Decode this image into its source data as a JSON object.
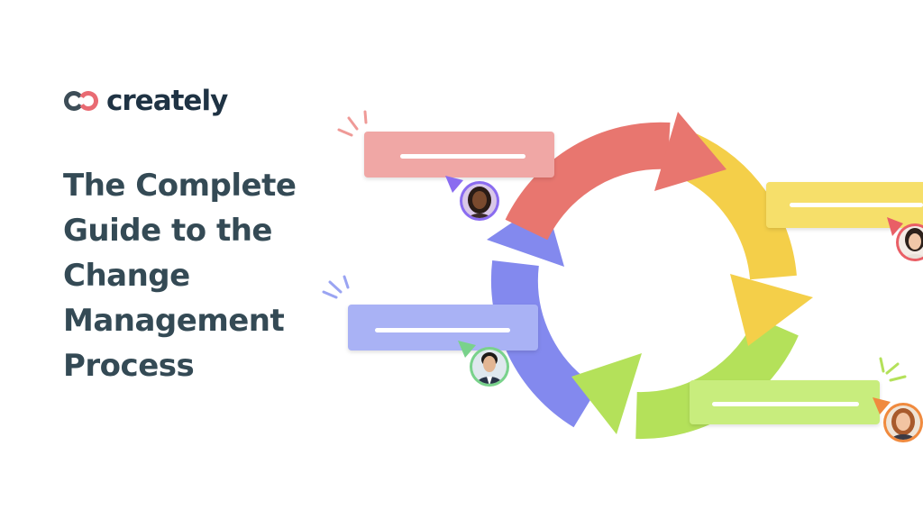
{
  "brand": {
    "name": "creately",
    "colors": {
      "ring_left": "#3d4d57",
      "ring_right": "#e96b73",
      "text": "#1f3344"
    }
  },
  "headline": {
    "lines": [
      "The Complete",
      "Guide to the",
      "Change",
      "Management",
      "Process"
    ],
    "color": "#344a55"
  },
  "cycle": {
    "arrow_colors": [
      "#e8766f",
      "#f4cf49",
      "#b4e15a",
      "#8389ee"
    ]
  },
  "cards": [
    {
      "color": "#f0a7a5"
    },
    {
      "color": "#f6df6a"
    },
    {
      "color": "#c8ed7d"
    },
    {
      "color": "#a9b2f5"
    }
  ],
  "avatars": [
    {
      "ring": "#8a6cf0",
      "pointer": "#8a6cf0"
    },
    {
      "ring": "#e95f66",
      "pointer": "#e95f66"
    },
    {
      "ring": "#f08a3e",
      "pointer": "#f08a3e"
    },
    {
      "ring": "#79d28b",
      "pointer": "#79d28b"
    }
  ]
}
